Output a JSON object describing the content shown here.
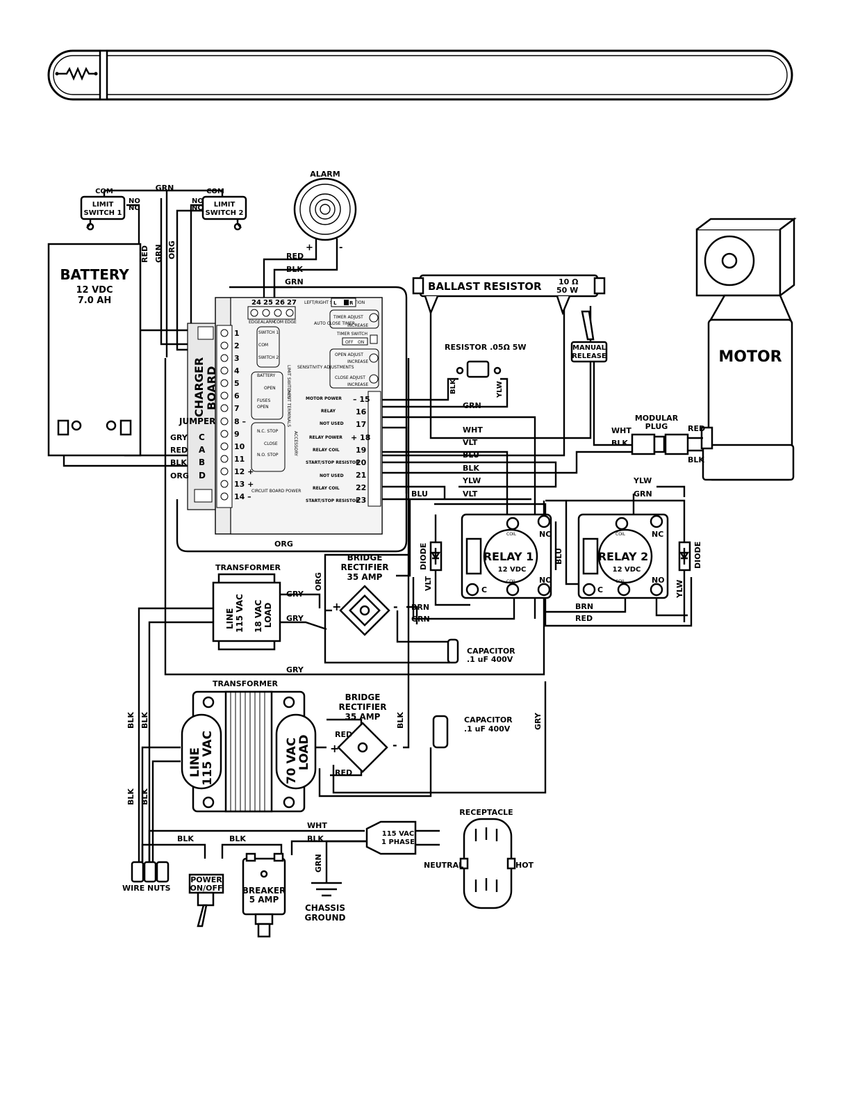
{
  "components": {
    "alarm": "ALARM",
    "battery": "BATTERY",
    "battery_volts": "12 VDC",
    "battery_ah": "7.0 AH",
    "limit_switch_1": [
      "LIMIT",
      "SWITCH 1"
    ],
    "limit_switch_2": [
      "LIMIT",
      "SWITCH 2"
    ],
    "ballast_resistor": "BALLAST RESISTOR",
    "ballast_ohms": "10 Ω",
    "ballast_watts": "50 W",
    "motor": "MOTOR",
    "charger_board": [
      "CHARGER",
      "BOARD"
    ],
    "jumper": "JUMPER",
    "manual_release": [
      "MANUAL",
      "RELEASE"
    ],
    "resistor_small": "RESISTOR .05Ω 5W",
    "modular_plug": [
      "MODULAR",
      "PLUG"
    ],
    "relay1": "RELAY 1",
    "relay2": "RELAY 2",
    "relay_volts": "12 VDC",
    "diode": "DIODE",
    "transformer": "TRANSFORMER",
    "line_115": [
      "LINE",
      "115 VAC"
    ],
    "load_18": [
      "18 VAC",
      "LOAD"
    ],
    "load_70": [
      "70 VAC",
      "LOAD"
    ],
    "bridge_rectifier": [
      "BRIDGE",
      "RECTIFIER",
      "35 AMP"
    ],
    "capacitor": [
      "CAPACITOR",
      ".1 uF 400V"
    ],
    "receptacle": "RECEPTACLE",
    "neutral": "NEUTRAL",
    "hot": "HOT",
    "plug_115": [
      "115 VAC",
      "1 PHASE"
    ],
    "wire_nuts": "WIRE NUTS",
    "power_switch": [
      "POWER",
      "ON/OFF"
    ],
    "breaker": [
      "BREAKER",
      "5 AMP"
    ],
    "chassis_ground": [
      "CHASSIS",
      "GROUND"
    ]
  },
  "wire_colors": {
    "grn": "GRN",
    "red": "RED",
    "blk": "BLK",
    "org": "ORG",
    "gry": "GRY",
    "wht": "WHT",
    "vlt": "VLT",
    "blu": "BLU",
    "ylw": "YLW",
    "brn": "BRN"
  },
  "terminals": {
    "com": "COM",
    "no": "NO",
    "nc": "NC",
    "c": "C",
    "coil": "COIL",
    "plus": "+",
    "minus": "-"
  },
  "jumper_letters": [
    "C",
    "A",
    "B",
    "D"
  ],
  "board": {
    "left_terminals": [
      "1",
      "2",
      "3",
      "4",
      "5",
      "6",
      "7",
      "8 –",
      "9",
      "10",
      "11",
      "12 +",
      "13 +",
      "14 –"
    ],
    "top_terminals": [
      "24",
      "25",
      "26",
      "27"
    ],
    "top_terminal_labels": [
      "EDGE",
      "ALARM",
      "COM",
      "EDGE"
    ],
    "right_terminals": [
      "– 15",
      "16",
      "17",
      "+ 18",
      "19",
      "20",
      "21",
      "22",
      "23"
    ],
    "right_labels": [
      "MOTOR POWER",
      "RELAY",
      "NOT USED",
      "RELAY POWER",
      "RELAY COIL",
      "START/STOP RESISTOR",
      "NOT USED",
      "RELAY COIL",
      "START/STOP RESISTOR"
    ],
    "left_small": [
      "SWITCH 1",
      "COM",
      "SWITCH 2",
      "BATTERY",
      "OPEN",
      "FUSES",
      "OPEN",
      "N.C. STOP",
      "CLOSE",
      "N.O. STOP",
      "CIRCUIT BOARD POWER"
    ],
    "side_labels": [
      "LIMIT SWITCHES",
      "INPUT TERMINALS",
      "ACCESSORY"
    ],
    "top_right": [
      "LEFT/RIGHT SIDE OPERATION",
      "AUTO CLOSE TIMER",
      "TIMER ADJUST",
      "INCREASE",
      "TIMER SWITCH",
      "OFF",
      "ON",
      "SENSITIVITY ADJUSTMENTS",
      "OPEN ADJUST",
      "INCREASE",
      "CLOSE ADJUST",
      "INCREASE",
      "L",
      "R"
    ]
  }
}
